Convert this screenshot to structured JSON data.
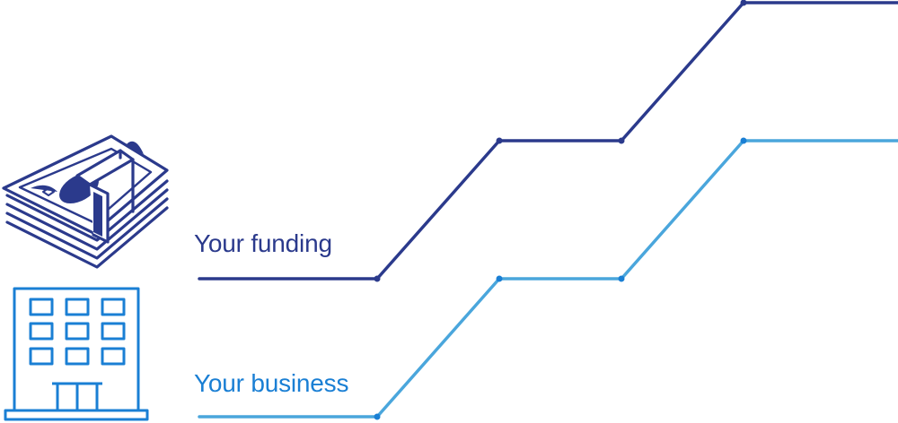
{
  "colors": {
    "funding": "#2b3a8c",
    "business": "#3ea2da",
    "building": "#1a7fd4"
  },
  "icons": {
    "money": "money-stack-icon",
    "building": "office-building-icon"
  },
  "labels": {
    "funding": "Your funding",
    "business": "Your business"
  },
  "lines": {
    "funding": {
      "name": "funding-growth-line",
      "steps": 3
    },
    "business": {
      "name": "business-growth-line",
      "steps": 3
    }
  }
}
